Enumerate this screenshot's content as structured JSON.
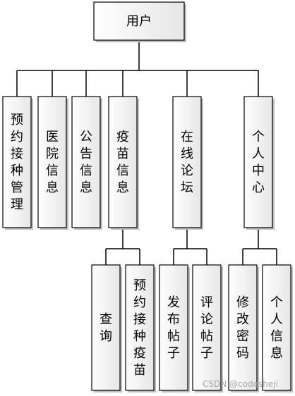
{
  "root": {
    "id": "user",
    "label": "用户"
  },
  "modules": [
    {
      "id": "booking",
      "label": "预约接种管理",
      "children": []
    },
    {
      "id": "hospital",
      "label": "医院信息",
      "children": []
    },
    {
      "id": "notice",
      "label": "公告信息",
      "children": []
    },
    {
      "id": "vaccine",
      "label": "疫苗信息",
      "children": [
        {
          "id": "query",
          "label": "查询"
        },
        {
          "id": "book-vaccine",
          "label": "预约接种疫苗"
        }
      ]
    },
    {
      "id": "forum",
      "label": "在线论坛",
      "children": [
        {
          "id": "post",
          "label": "发布帖子"
        },
        {
          "id": "comment",
          "label": "评论帖子"
        }
      ]
    },
    {
      "id": "center",
      "label": "个人中心",
      "children": [
        {
          "id": "password",
          "label": "修改密码"
        },
        {
          "id": "profile",
          "label": "个人信息"
        }
      ]
    }
  ],
  "watermark": "CSDN @codesheji"
}
